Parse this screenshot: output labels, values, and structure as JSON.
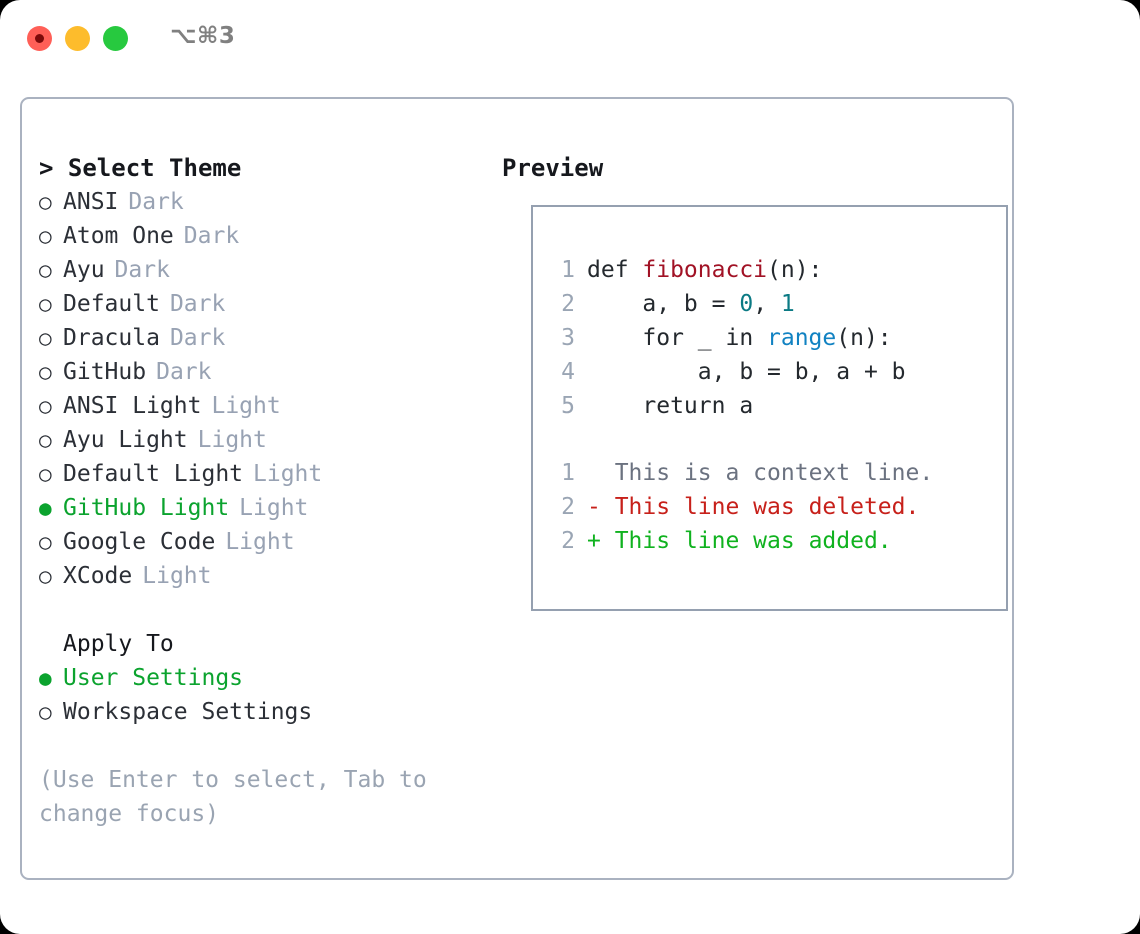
{
  "titlebar": {
    "shortcut": "⌥⌘3",
    "lights": [
      "close-red",
      "minimize-amber",
      "maximize-green"
    ]
  },
  "theme_panel": {
    "heading": "> Select Theme",
    "items": [
      {
        "label": "ANSI",
        "variant": "Dark",
        "selected": false,
        "bullet": "○"
      },
      {
        "label": "Atom One",
        "variant": "Dark",
        "selected": false,
        "bullet": "○"
      },
      {
        "label": "Ayu",
        "variant": "Dark",
        "selected": false,
        "bullet": "○"
      },
      {
        "label": "Default",
        "variant": "Dark",
        "selected": false,
        "bullet": "○"
      },
      {
        "label": "Dracula",
        "variant": "Dark",
        "selected": false,
        "bullet": "○"
      },
      {
        "label": "GitHub",
        "variant": "Dark",
        "selected": false,
        "bullet": "○"
      },
      {
        "label": "ANSI Light",
        "variant": "Light",
        "selected": false,
        "bullet": "○"
      },
      {
        "label": "Ayu Light",
        "variant": "Light",
        "selected": false,
        "bullet": "○"
      },
      {
        "label": "Default Light",
        "variant": "Light",
        "selected": false,
        "bullet": "○"
      },
      {
        "label": "GitHub Light",
        "variant": "Light",
        "selected": true,
        "bullet": "●"
      },
      {
        "label": "Google Code",
        "variant": "Light",
        "selected": false,
        "bullet": "○"
      },
      {
        "label": "XCode",
        "variant": "Light",
        "selected": false,
        "bullet": "○"
      }
    ],
    "apply_to": {
      "heading": "Apply To",
      "options": [
        {
          "label": "User Settings",
          "selected": true,
          "bullet": "●"
        },
        {
          "label": "Workspace Settings",
          "selected": false,
          "bullet": "○"
        }
      ]
    },
    "hint": "(Use Enter to select, Tab to change focus)"
  },
  "preview": {
    "heading": "Preview",
    "code_lines": [
      {
        "num": "1",
        "parts": [
          {
            "t": "def ",
            "c": "plain"
          },
          {
            "t": "fibonacci",
            "c": "fn"
          },
          {
            "t": "(n):",
            "c": "plain"
          }
        ]
      },
      {
        "num": "2",
        "parts": [
          {
            "t": "    a, b = ",
            "c": "plain"
          },
          {
            "t": "0",
            "c": "num"
          },
          {
            "t": ", ",
            "c": "plain"
          },
          {
            "t": "1",
            "c": "num"
          }
        ]
      },
      {
        "num": "3",
        "parts": [
          {
            "t": "    for _ in ",
            "c": "plain"
          },
          {
            "t": "range",
            "c": "call"
          },
          {
            "t": "(n):",
            "c": "plain"
          }
        ]
      },
      {
        "num": "4",
        "parts": [
          {
            "t": "        a, b = b, a + b",
            "c": "plain"
          }
        ]
      },
      {
        "num": "5",
        "parts": [
          {
            "t": "    return a",
            "c": "plain"
          }
        ]
      }
    ],
    "diff_lines": [
      {
        "num": "1",
        "marker": "  ",
        "text": "This is a context line.",
        "kind": "ctx"
      },
      {
        "num": "2",
        "marker": "- ",
        "text": "This line was deleted.",
        "kind": "del"
      },
      {
        "num": "2",
        "marker": "+ ",
        "text": "This line was added.",
        "kind": "add"
      }
    ]
  },
  "colors": {
    "accent_green": "#0ba32e",
    "muted": "#98a2b3",
    "border": "#aab2c0",
    "preview_border": "#95a0b0",
    "diff_delete": "#c7201a",
    "diff_add": "#10b21f",
    "syntax_function": "#a11225",
    "syntax_number": "#0b7a84",
    "syntax_call": "#1182c2",
    "light_red": "#ff5f57",
    "light_amber": "#fdbc2c",
    "light_green": "#27c93f"
  }
}
